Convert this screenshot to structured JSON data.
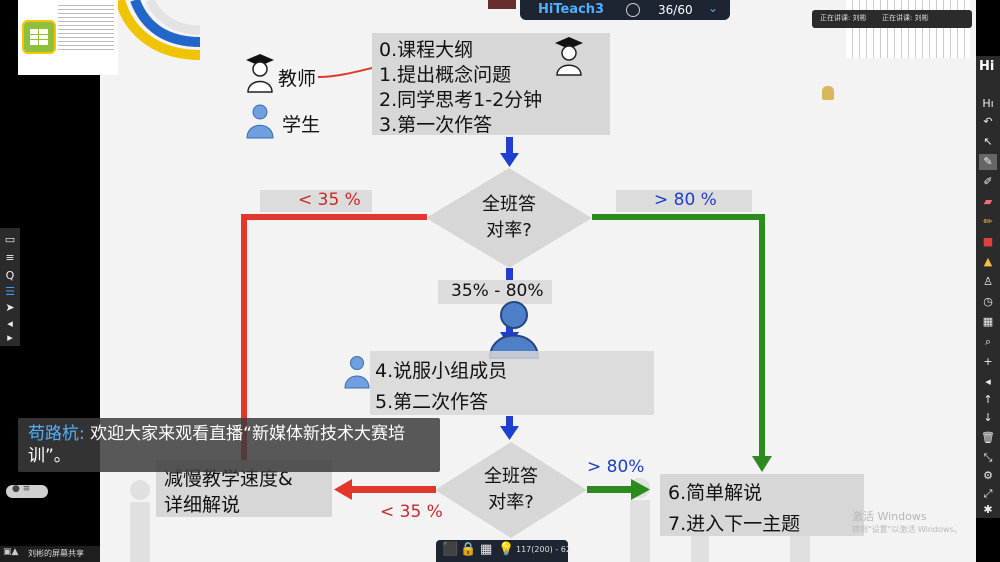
{
  "topbar": {
    "app_name": "HiTeach",
    "app_version": "3",
    "page_counter": "36/60",
    "recording_label": "",
    "speaking_label_1": "正在讲课: 刘彬",
    "speaking_label_2": "正在讲课: 刘彬"
  },
  "legend": {
    "teacher_label": "教师",
    "student_label": "学生"
  },
  "flow": {
    "box1": [
      "0.课程大纲",
      "1.提出概念问题",
      "2.同学思考1-2分钟",
      "3.第一次作答"
    ],
    "diamond1": [
      "全班答",
      "对率?"
    ],
    "low_label_1": "< 35 %",
    "high_label_1": "> 80 %",
    "mid_label": "35% - 80%",
    "box2": [
      "4.说服小组成员",
      "5.第二次作答"
    ],
    "diamond2": [
      "全班答",
      "对率?"
    ],
    "low_label_2": "< 35 %",
    "high_label_2": "> 80%",
    "box_slow": [
      "减慢教学速度&",
      "详细解说"
    ],
    "box_fast": [
      "6.简单解说",
      "7.进入下一主题"
    ]
  },
  "colors": {
    "red_arrow": "#e2382c",
    "green_arrow": "#2d8a1f",
    "blue_arrow": "#1f3fd1",
    "pct_red": "#c8282a",
    "pct_blue": "#1a3fc8"
  },
  "chat": {
    "name": "苟路杭:",
    "message": "欢迎大家来观看直播“新媒体新技术大赛培训”。"
  },
  "watermark": {
    "line1": "激活 Windows",
    "line2": "转到\"设置\"以激活 Windows。"
  },
  "bottombar": {
    "share_label": "刘彬的屏幕共享",
    "status_text": "117(200) - 62"
  },
  "right_toolbar": {
    "top_label": "Hi",
    "icons": [
      "hi-icon",
      "undo-icon",
      "pointer-icon",
      "pen-icon",
      "marker-icon",
      "eraser-icon",
      "highlighter-icon",
      "record-icon",
      "stamp-icon",
      "student-icon",
      "timer-icon",
      "calendar-icon",
      "zoom-icon",
      "add-icon",
      "prev-icon",
      "up-icon",
      "down-icon",
      "delete-icon",
      "expand-icon",
      "settings-icon",
      "shrink-icon",
      "gear-icon"
    ]
  }
}
